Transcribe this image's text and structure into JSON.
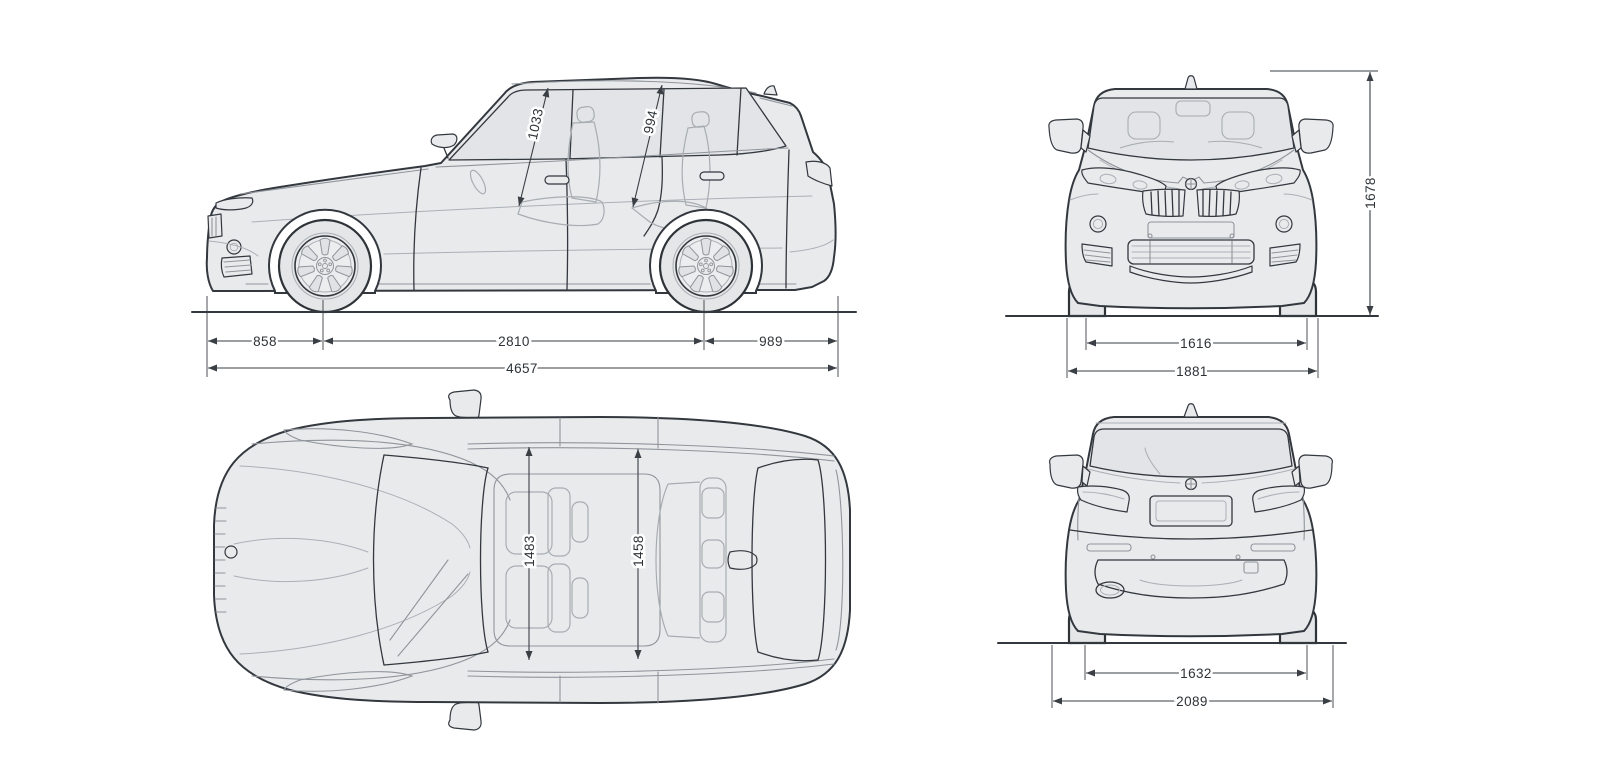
{
  "dims": {
    "side": {
      "front_headroom": "1033",
      "rear_headroom": "994",
      "front_overhang": "858",
      "wheelbase": "2810",
      "rear_overhang": "989",
      "overall_length": "4657"
    },
    "front": {
      "overall_height": "1678",
      "front_track": "1616",
      "body_width": "1881"
    },
    "top": {
      "front_interior_width": "1483",
      "rear_interior_width": "1458"
    },
    "rear": {
      "rear_track": "1632",
      "overall_width_incl_mirrors": "2089"
    }
  },
  "icons": {
    "brand_badge": "bmw-roundel"
  },
  "colors": {
    "background": "#ffffff",
    "body_fill": "#e9eaec",
    "glass_fill": "#e2e4e7",
    "outline": "#33383f",
    "secondary_line": "#8f959b",
    "light_line": "#aab0b6",
    "dimension_line": "#3a3f45",
    "dimension_text": "#2e3338"
  }
}
